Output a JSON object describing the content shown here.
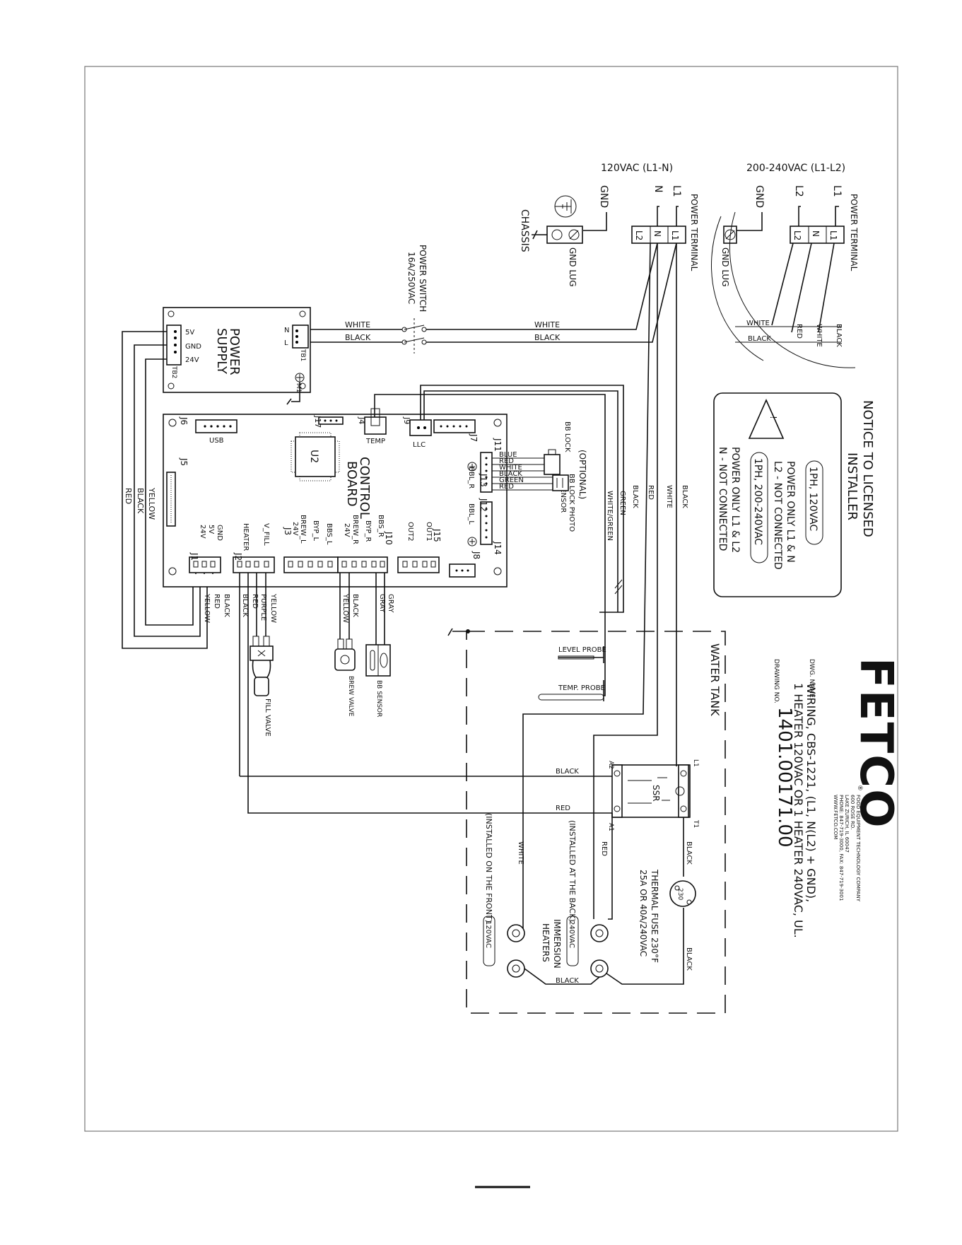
{
  "supply": {
    "title_120": "120VAC (L1-N)",
    "title_240": "200-240VAC (L1-L2)",
    "gnd": "GND",
    "n": "N",
    "l1": "L1",
    "l2": "L2",
    "power_terminal": "POWER TERMINAL",
    "gnd_lug": "GND LUG",
    "chassis": "CHASSIS"
  },
  "power_switch": {
    "line1": "POWER SWITCH",
    "line2": "16A/250VAC"
  },
  "power_supply": {
    "line1": "POWER",
    "line2": "SUPPLY",
    "tb1": "TB1",
    "tb2": "TB2",
    "m1": "M1",
    "n": "N",
    "l": "L",
    "v5": "5V",
    "gnd": "GND",
    "v24": "24V"
  },
  "wires": {
    "white": "WHITE",
    "black": "BLACK",
    "red": "RED",
    "yellow": "YELLOW",
    "green": "GREEN",
    "white_green": "WHITE/GREEN",
    "blue": "BLUE",
    "purple": "PURPLE",
    "gray": "GRAY"
  },
  "control_board": {
    "line1": "CONTROL",
    "line2": "BOARD",
    "u2": "U2",
    "usb": "USB",
    "temp": "TEMP",
    "llc": "LLC",
    "optional": "(OPTIONAL)",
    "bb_lock": "BB LOCK",
    "bb_lock_photo": "BB LOCK PHOTO",
    "sensor": "SENSOR",
    "bbl_r": "BBL_R",
    "bbl_l": "BBL_L",
    "j1": "J1",
    "j2": "J2",
    "j3": "J3",
    "j4": "J4",
    "j5": "J5",
    "j6": "J6",
    "j7": "J7",
    "j8": "J8",
    "j9": "J9",
    "j10": "J10",
    "j11": "J11",
    "j12": "J12",
    "j13": "J13",
    "j14": "J14",
    "j15": "J15",
    "j17": "J17",
    "j1_pins": [
      "24V",
      "5V",
      "GND"
    ],
    "j2_pins": [
      "HEATER",
      "V_FILL"
    ],
    "j3_pins": [
      "24V",
      "BREW_L",
      "BYP_L",
      "BBS_L",
      "24V",
      "BREW_R",
      "BYP_R",
      "BBS_R"
    ],
    "j15_pins": [
      "OUT2",
      "OUT1"
    ]
  },
  "bottom_wire_groups": {
    "j1": [
      "BLACK",
      "RED",
      "YELLOW"
    ],
    "j2": [
      "BLACK",
      "RED",
      "PURPLE",
      "YELLOW"
    ],
    "j3": [
      "YELLOW",
      "BLACK"
    ],
    "j10": [
      "GRAY",
      "GRAY"
    ]
  },
  "components": {
    "fill_valve": "FILL VALVE",
    "brew_valve": "BREW VALVE",
    "bb_sensor": "BB SENSOR",
    "level_probe": "LEVEL PROBE",
    "temp_probe": "TEMP. PROBE",
    "water_tank": "WATER TANK",
    "ssr": "SSR",
    "ssr_a1": "A1",
    "ssr_a2": "A2",
    "ssr_l1": "L1",
    "ssr_t1": "T1",
    "thermal_fuse_1": "THERMAL FUSE 230°F",
    "thermal_fuse_2": "25A OR 40A/240VAC",
    "fuse_label": "230",
    "immersion_1": "IMMERSION",
    "immersion_2": "HEATERS",
    "installed_back": "(INSTALLED AT THE BACK)",
    "installed_front": "(INSTALLED ON THE FRONT)",
    "v240": "240VAC",
    "v120": "120VAC"
  },
  "notice": {
    "title_1": "NOTICE TO LICENSED",
    "title_2": "INSTALLER",
    "box1": "1PH, 120VAC",
    "box1_line1": "POWER ONLY L1 & N",
    "box1_line2": "L2 - NOT CONNECTED",
    "box2": "1PH, 200-240VAC",
    "box2_line1": "POWER ONLY L1 & L2",
    "box2_line2": "N - NOT CONNECTED",
    "warning_symbol": "!"
  },
  "title_block": {
    "logo": "FETCO",
    "registered": "®",
    "company_1": "FOOD EQUIPMENT TECHNOLOGY COMPANY",
    "company_2": "600 ROSE RD.",
    "company_3": "LAKE ZURICH, IL 60047",
    "company_4": "PHONE: 847-719-3000, FAX: 847-719-3001",
    "company_5": "WWW.FETCO.COM",
    "dwg_name_label": "DWG. NAME:",
    "dwg_name_1": "WIRING, CBS-1221, (L1, N(L2) + GND),",
    "dwg_name_2": "1 HEATER 120VAC OR 1 HEATER 240VAC, UL.",
    "drawing_no_label": "DRAWING NO.",
    "drawing_no": "1401.00171.00"
  },
  "icons": {
    "ground": "ground-symbol-icon",
    "warning": "warning-triangle-icon",
    "screw": "screw-terminal-icon"
  }
}
